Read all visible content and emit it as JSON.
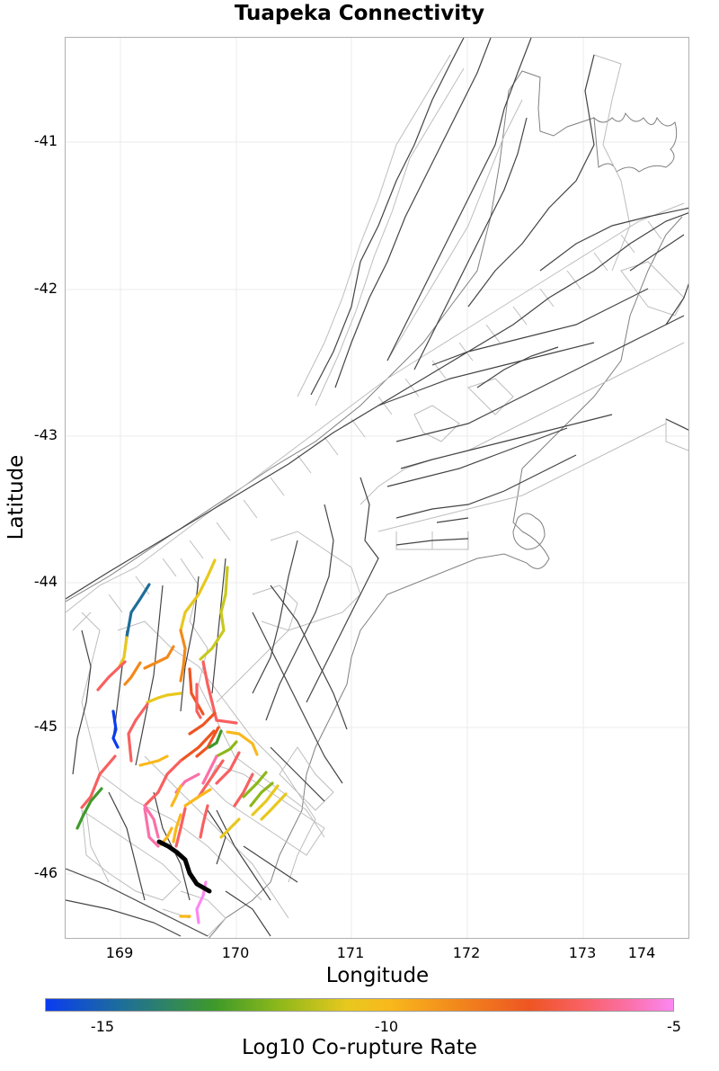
{
  "chart_data": {
    "type": "map",
    "title": "Tuapeka Connectivity",
    "xlabel": "Longitude",
    "ylabel": "Latitude",
    "xlim": [
      168.5,
      174.4
    ],
    "ylim": [
      -46.45,
      -40.3
    ],
    "x_ticks": [
      "169",
      "170",
      "171",
      "172",
      "173",
      "174"
    ],
    "y_ticks": [
      "-41",
      "-42",
      "-43",
      "-44",
      "-45",
      "-46"
    ],
    "grid": true,
    "colorbar": {
      "label": "Log10 Co-rupture Rate",
      "range": [
        -16,
        -5
      ],
      "ticks": [
        "-15",
        "-10",
        "-5"
      ],
      "colors": [
        "#0a3cf0",
        "#1e6e9a",
        "#3f9a2a",
        "#8cb81a",
        "#e8c81e",
        "#f9b81c",
        "#f28a1c",
        "#ee5522",
        "#f86060",
        "#fb70a8",
        "#fb88f2"
      ]
    },
    "target_fault": {
      "name": "Tuapeka",
      "color": "#000000"
    },
    "legend": "none",
    "notes": "Fault traces (dark grey) with subsection rectangles (light grey) over South Island coastline; colored segments show co-rupture rate with the Tuapeka fault."
  },
  "colors": {
    "fault_trace": "#444444",
    "subsection": "#bdbdbd",
    "coast": "#808080",
    "grid": "#ebebeb"
  }
}
